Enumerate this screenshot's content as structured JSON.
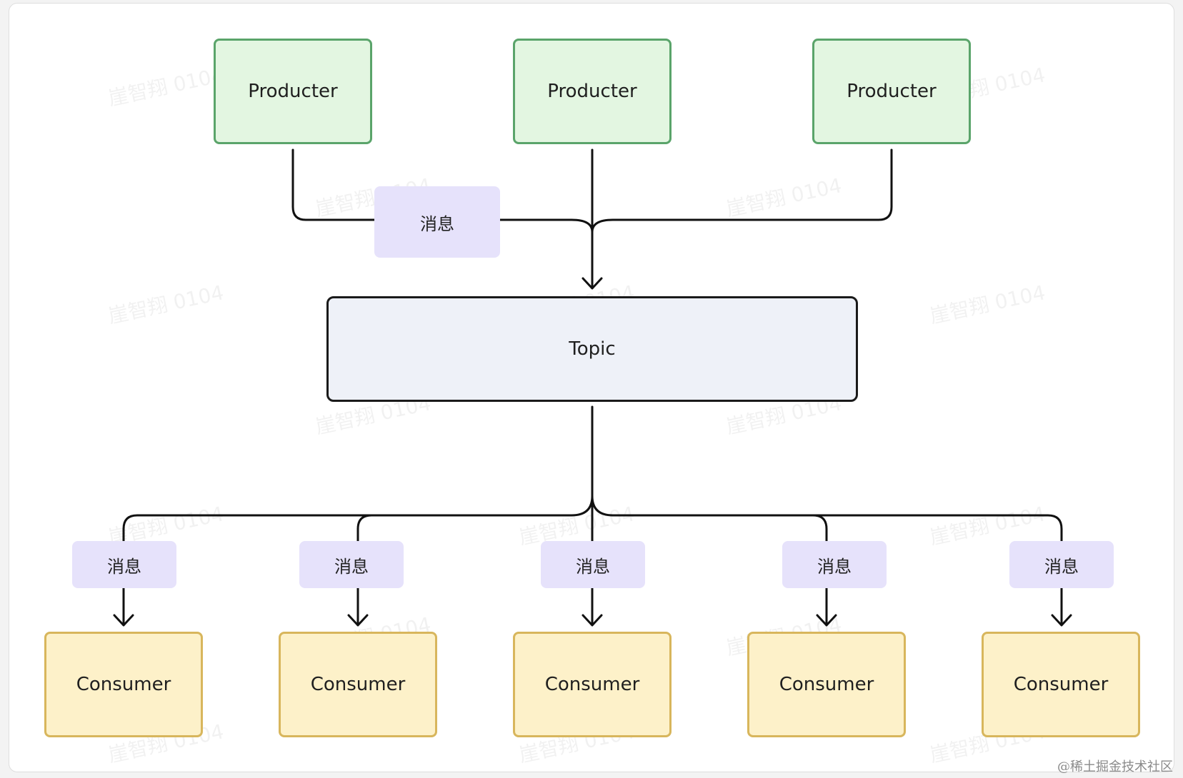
{
  "diagram": {
    "producers": [
      {
        "label": "Producter"
      },
      {
        "label": "Producter"
      },
      {
        "label": "Producter"
      }
    ],
    "producer_message_label": "消息",
    "topic_label": "Topic",
    "consumer_message_labels": [
      "消息",
      "消息",
      "消息",
      "消息",
      "消息"
    ],
    "consumers": [
      {
        "label": "Consumer"
      },
      {
        "label": "Consumer"
      },
      {
        "label": "Consumer"
      },
      {
        "label": "Consumer"
      },
      {
        "label": "Consumer"
      }
    ]
  },
  "watermark_text": "崖智翔 0104",
  "footer_credit": "@稀土掘金技术社区",
  "colors": {
    "producer_fill": "#e3f6e1",
    "producer_border": "#5aa46a",
    "consumer_fill": "#fdf1c9",
    "consumer_border": "#d8b65c",
    "topic_fill": "#eef1f8",
    "message_fill": "#e6e2fb",
    "line": "#111111"
  }
}
